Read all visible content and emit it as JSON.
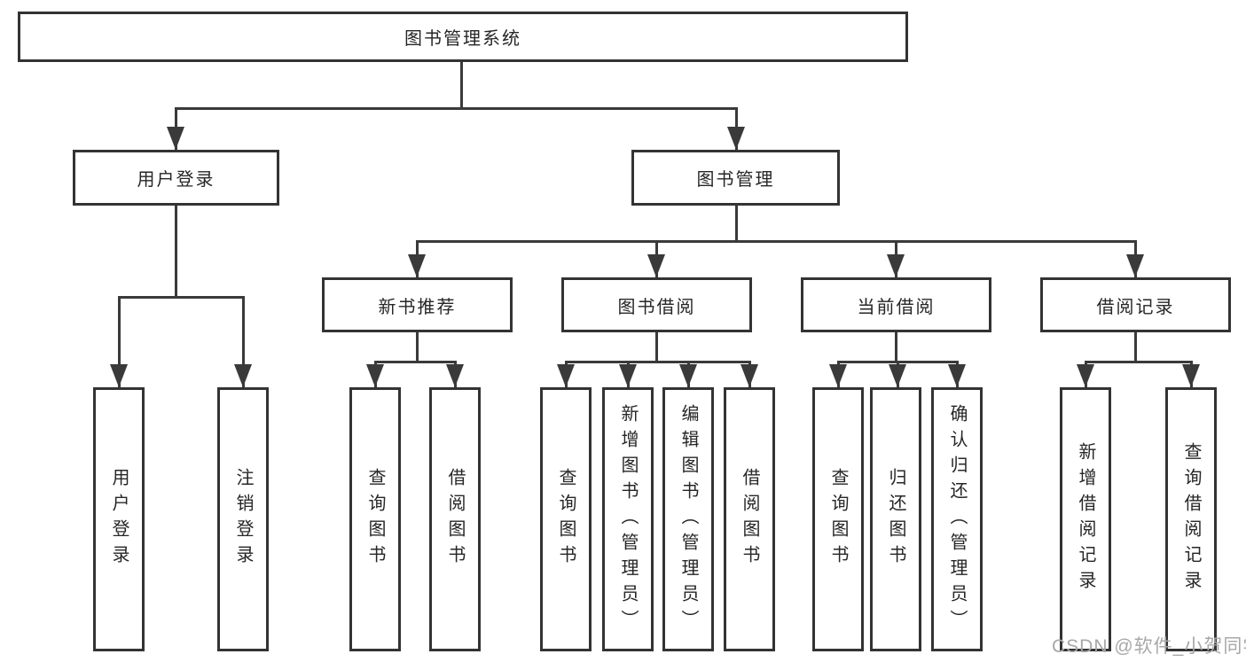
{
  "colors": {
    "line": "#3a3a3a",
    "box-border": "#333333",
    "text": "#262626",
    "bg": "#ffffff",
    "watermark": "#a8a8a8"
  },
  "nodes": {
    "root": "图书管理系统",
    "user_login": "用户登录",
    "book_mgmt": "图书管理",
    "new_book_rec": "新书推荐",
    "book_borrow": "图书借阅",
    "current_borrow": "当前借阅",
    "borrow_records": "借阅记录",
    "ul_login": "用户登录",
    "ul_logout": "注销登录",
    "nbr_query_books": "查询图书",
    "nbr_borrow_books": "借阅图书",
    "bb_query_books": "查询图书",
    "bb_add_books": "新增图书（管理员）",
    "bb_edit_books": "编辑图书（管理员）",
    "bb_borrow_books": "借阅图书",
    "cb_query_books": "查询图书",
    "cb_return_books": "归还图书",
    "cb_confirm_return": "确认归还（管理员）",
    "br_add_record": "新增借阅记录",
    "br_query_record": "查询借阅记录"
  },
  "watermark": "CSDN @软件_小贺同学"
}
